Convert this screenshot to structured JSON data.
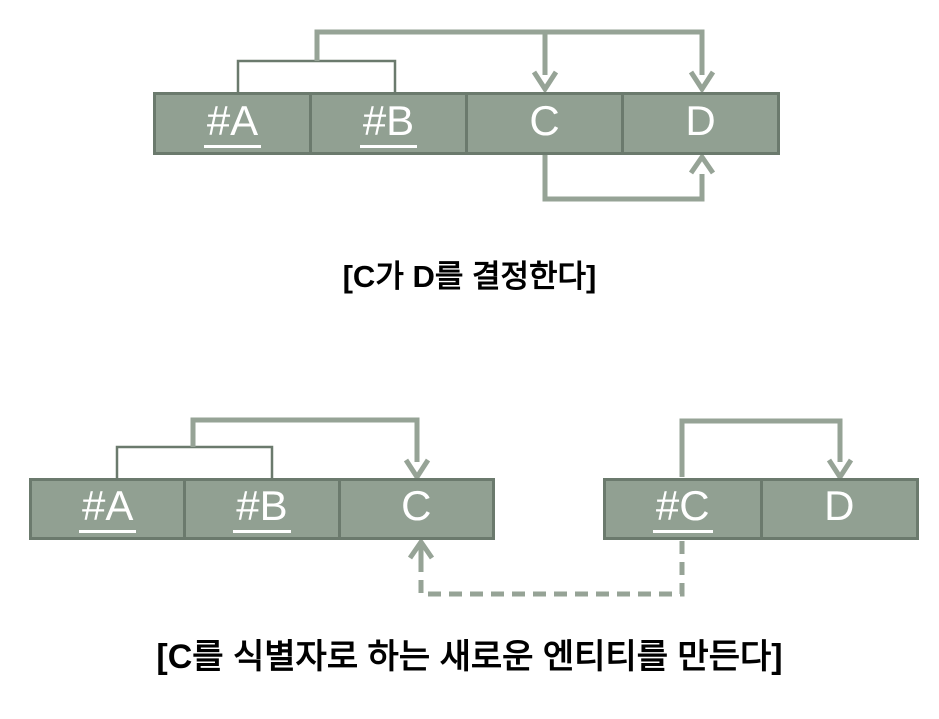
{
  "colors": {
    "background": "#FFFFFF",
    "cell_fill": "#91A092",
    "cell_border": "#6B7A6D",
    "bracket": "#6B7A6D",
    "arrow": "#96A396",
    "cell_text": "#FFFFFF",
    "caption_text": "#000000"
  },
  "fig1": {
    "table": {
      "cells": [
        {
          "label": "#A",
          "key": true
        },
        {
          "label": "#B",
          "key": true
        },
        {
          "label": "C",
          "key": false
        },
        {
          "label": "D",
          "key": false
        }
      ]
    },
    "caption": "[C가 D를 결정한다]"
  },
  "fig2": {
    "table_left": {
      "cells": [
        {
          "label": "#A",
          "key": true
        },
        {
          "label": "#B",
          "key": true
        },
        {
          "label": "C",
          "key": false
        }
      ]
    },
    "table_right": {
      "cells": [
        {
          "label": "#C",
          "key": true
        },
        {
          "label": "D",
          "key": false
        }
      ]
    },
    "caption": "[C를 식별자로 하는 새로운 엔티티를 만든다]"
  }
}
